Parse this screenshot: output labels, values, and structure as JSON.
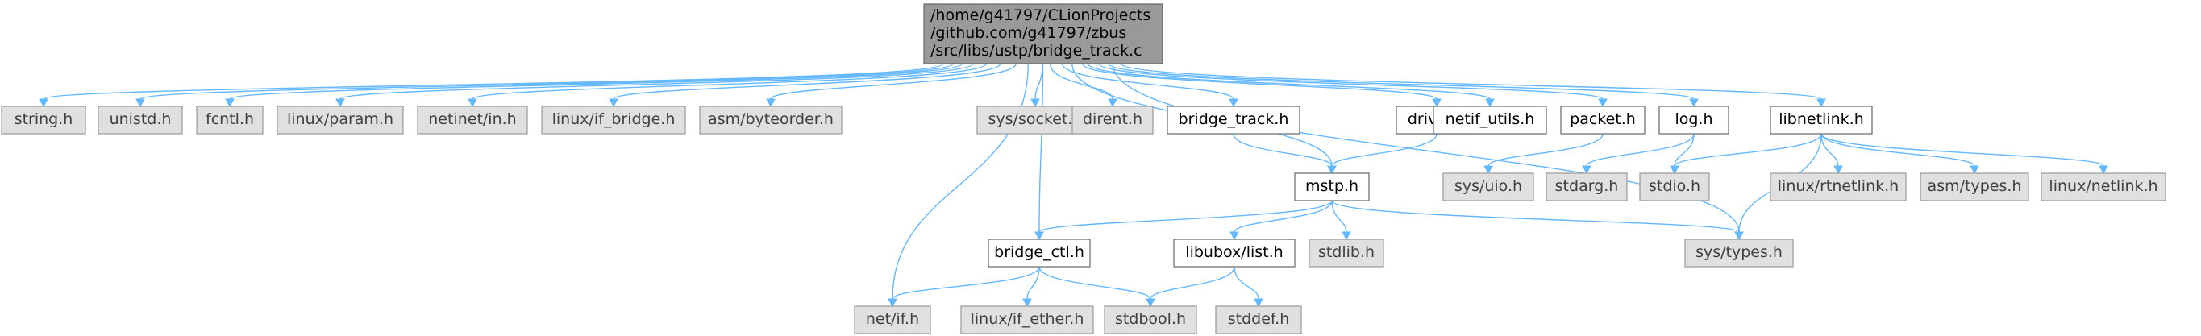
{
  "colors": {
    "edge": "#63b8ff",
    "root_fill": "#999999",
    "local_fill": "#ffffff",
    "system_fill": "#e0e0e0",
    "border_dark": "#666666",
    "border_light": "#999999"
  },
  "nodes": [
    {
      "id": "root",
      "kind": "root",
      "lines": [
        "/home/g41797/CLionProjects",
        "/github.com/g41797/zbus",
        "/src/libs/ustp/bridge_track.c"
      ]
    },
    {
      "id": "string",
      "kind": "system",
      "lines": [
        "string.h"
      ]
    },
    {
      "id": "unistd",
      "kind": "system",
      "lines": [
        "unistd.h"
      ]
    },
    {
      "id": "fcntl",
      "kind": "system",
      "lines": [
        "fcntl.h"
      ]
    },
    {
      "id": "linux_param",
      "kind": "system",
      "lines": [
        "linux/param.h"
      ]
    },
    {
      "id": "netinet_in",
      "kind": "system",
      "lines": [
        "netinet/in.h"
      ]
    },
    {
      "id": "linux_if_bridge",
      "kind": "system",
      "lines": [
        "linux/if_bridge.h"
      ]
    },
    {
      "id": "asm_byteorder",
      "kind": "system",
      "lines": [
        "asm/byteorder.h"
      ]
    },
    {
      "id": "sys_socket",
      "kind": "system",
      "lines": [
        "sys/socket.h"
      ]
    },
    {
      "id": "dirent",
      "kind": "system",
      "lines": [
        "dirent.h"
      ]
    },
    {
      "id": "bridge_track_h",
      "kind": "local",
      "lines": [
        "bridge_track.h"
      ]
    },
    {
      "id": "driver",
      "kind": "local",
      "lines": [
        "driver.h"
      ]
    },
    {
      "id": "netif_utils",
      "kind": "local",
      "lines": [
        "netif_utils.h"
      ]
    },
    {
      "id": "packet",
      "kind": "local",
      "lines": [
        "packet.h"
      ]
    },
    {
      "id": "log",
      "kind": "local",
      "lines": [
        "log.h"
      ]
    },
    {
      "id": "libnetlink",
      "kind": "local",
      "lines": [
        "libnetlink.h"
      ]
    },
    {
      "id": "mstp",
      "kind": "local",
      "lines": [
        "mstp.h"
      ]
    },
    {
      "id": "sys_uio",
      "kind": "system",
      "lines": [
        "sys/uio.h"
      ]
    },
    {
      "id": "stdarg",
      "kind": "system",
      "lines": [
        "stdarg.h"
      ]
    },
    {
      "id": "stdio",
      "kind": "system",
      "lines": [
        "stdio.h"
      ]
    },
    {
      "id": "linux_rtnetlink",
      "kind": "system",
      "lines": [
        "linux/rtnetlink.h"
      ]
    },
    {
      "id": "asm_types",
      "kind": "system",
      "lines": [
        "asm/types.h"
      ]
    },
    {
      "id": "linux_netlink",
      "kind": "system",
      "lines": [
        "linux/netlink.h"
      ]
    },
    {
      "id": "bridge_ctl",
      "kind": "local",
      "lines": [
        "bridge_ctl.h"
      ]
    },
    {
      "id": "libubox_list",
      "kind": "local",
      "lines": [
        "libubox/list.h"
      ]
    },
    {
      "id": "stdlib",
      "kind": "system",
      "lines": [
        "stdlib.h"
      ]
    },
    {
      "id": "sys_types",
      "kind": "system",
      "lines": [
        "sys/types.h"
      ]
    },
    {
      "id": "net_if",
      "kind": "system",
      "lines": [
        "net/if.h"
      ]
    },
    {
      "id": "linux_if_ether",
      "kind": "system",
      "lines": [
        "linux/if_ether.h"
      ]
    },
    {
      "id": "stdbool",
      "kind": "system",
      "lines": [
        "stdbool.h"
      ]
    },
    {
      "id": "stddef",
      "kind": "system",
      "lines": [
        "stddef.h"
      ]
    }
  ],
  "edges": [
    [
      "root",
      "string"
    ],
    [
      "root",
      "unistd"
    ],
    [
      "root",
      "fcntl"
    ],
    [
      "root",
      "linux_param"
    ],
    [
      "root",
      "netinet_in"
    ],
    [
      "root",
      "linux_if_bridge"
    ],
    [
      "root",
      "asm_byteorder"
    ],
    [
      "root",
      "sys_socket"
    ],
    [
      "root",
      "dirent"
    ],
    [
      "root",
      "bridge_track_h"
    ],
    [
      "root",
      "driver"
    ],
    [
      "root",
      "netif_utils"
    ],
    [
      "root",
      "packet"
    ],
    [
      "root",
      "log"
    ],
    [
      "root",
      "libnetlink"
    ],
    [
      "root",
      "mstp"
    ],
    [
      "root",
      "bridge_ctl"
    ],
    [
      "root",
      "net_if"
    ],
    [
      "root",
      "sys_types"
    ],
    [
      "bridge_track_h",
      "mstp"
    ],
    [
      "driver",
      "mstp"
    ],
    [
      "packet",
      "sys_uio"
    ],
    [
      "log",
      "stdarg"
    ],
    [
      "log",
      "stdio"
    ],
    [
      "libnetlink",
      "stdio"
    ],
    [
      "libnetlink",
      "linux_rtnetlink"
    ],
    [
      "libnetlink",
      "asm_types"
    ],
    [
      "libnetlink",
      "linux_netlink"
    ],
    [
      "libnetlink",
      "sys_types"
    ],
    [
      "mstp",
      "bridge_ctl"
    ],
    [
      "mstp",
      "libubox_list"
    ],
    [
      "mstp",
      "stdlib"
    ],
    [
      "mstp",
      "sys_types"
    ],
    [
      "bridge_ctl",
      "net_if"
    ],
    [
      "bridge_ctl",
      "linux_if_ether"
    ],
    [
      "bridge_ctl",
      "stdbool"
    ],
    [
      "libubox_list",
      "stdbool"
    ],
    [
      "libubox_list",
      "stddef"
    ]
  ]
}
